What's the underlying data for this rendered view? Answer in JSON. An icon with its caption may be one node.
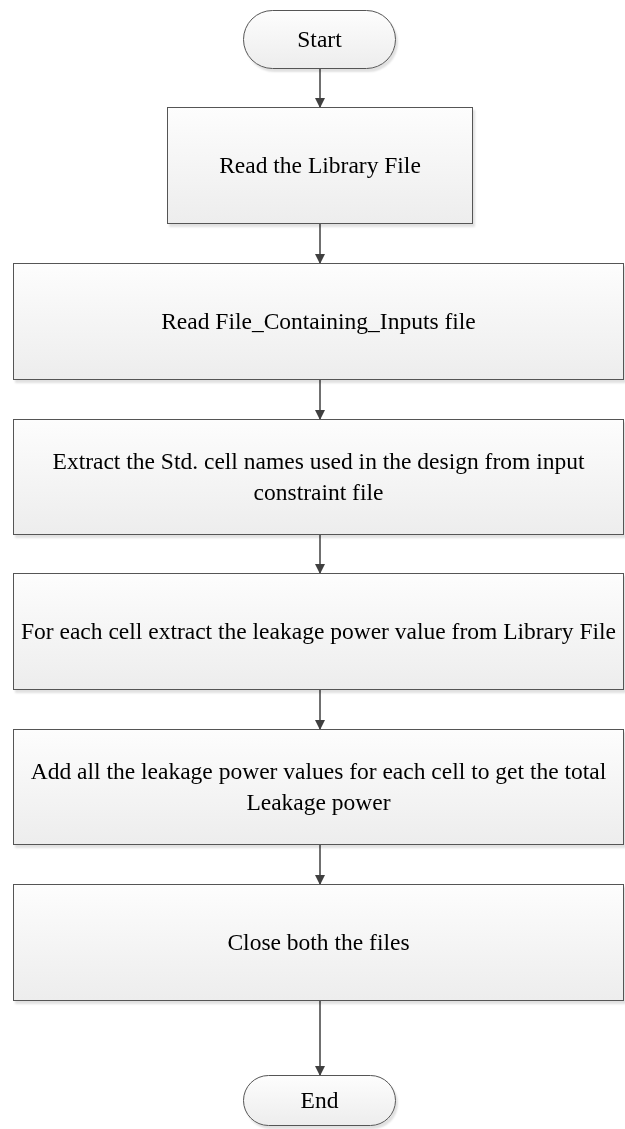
{
  "diagram": {
    "nodes": [
      {
        "text": [
          "Start"
        ]
      },
      {
        "text": [
          "Read the Library File"
        ]
      },
      {
        "text": [
          "Read File_Containing_Inputs file"
        ]
      },
      {
        "text": [
          "Extract the Std. cell names used in the design from input constraint file"
        ]
      },
      {
        "text": [
          "For each cell extract the leakage power value from Library File"
        ]
      },
      {
        "text": [
          "Add all the leakage power values for each cell to get the total Leakage power"
        ]
      },
      {
        "text": [
          "Close both the files"
        ]
      },
      {
        "text": [
          "End"
        ]
      }
    ],
    "edges": [
      {
        "from": 0,
        "to": 1,
        "arrow": "to"
      },
      {
        "from": 1,
        "to": 2,
        "arrow": "to"
      },
      {
        "from": 2,
        "to": 3,
        "arrow": "to"
      },
      {
        "from": 3,
        "to": 4,
        "arrow": "to"
      },
      {
        "from": 4,
        "to": 5,
        "arrow": "to"
      },
      {
        "from": 5,
        "to": 6,
        "arrow": "to"
      },
      {
        "from": 6,
        "to": 7,
        "arrow": "to"
      }
    ]
  }
}
